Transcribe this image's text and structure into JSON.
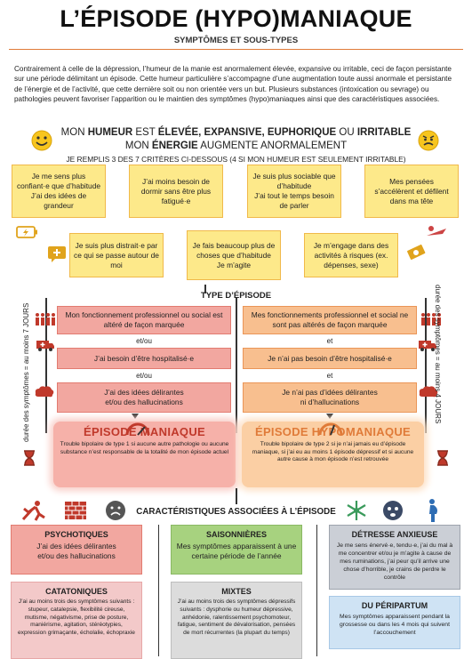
{
  "title": "L’ÉPISODE (HYPO)MANIAQUE",
  "subtitle": "SYMPTÔMES ET SOUS-TYPES",
  "intro": "Contrairement à celle de la dépression, l’humeur de la manie est anormalement élevée, expansive ou irritable, ceci de façon persistante sur une période délimitant un épisode. Cette humeur particulière s’accompagne d’une augmentation toute aussi anormale et persistante de l’énergie et de l’activité, que cette dernière soit ou non orientée vers un but. Plusieurs substances (intoxication ou sevrage) ou pathologies peuvent favoriser l’apparition ou le maintien des symptômes (hypo)maniaques ainsi que des caractéristiques associées.",
  "mood": {
    "l1a": "MON ",
    "l1b": "HUMEUR",
    "l1c": " EST ",
    "l1d": "ÉLEVÉE, EXPANSIVE, EUPHORIQUE",
    "l1e": " OU ",
    "l1f": "IRRITABLE",
    "l2a": "MON ",
    "l2b": "ÉNERGIE",
    "l2c": " AUGMENTE ANORMALEMENT",
    "l3": "JE REMPLIS 3 DES 7 CRITÈRES CI-DESSOUS (4 SI MON HUMEUR EST SEULEMENT IRRITABLE)"
  },
  "criteria_row1": [
    "Je me sens plus confiant·e que d’habitude\nJ’ai des idées de grandeur",
    "J’ai moins besoin de dormir sans être plus fatigué·e",
    "Je suis plus sociable que d’habitude\nJ’ai tout le temps besoin de parler",
    "Mes pensées s’accélèrent et défilent dans ma tête"
  ],
  "criteria_row2": [
    "Je suis plus distrait·e par ce qui se passe autour de moi",
    "Je fais beaucoup plus de choses que d’habitude\nJe m’agite",
    "Je m’engage dans des activités à risques (ex. dépenses, sexe)"
  ],
  "type_label": "TYPE D’ÉPISODE",
  "left_col": {
    "box1": "Mon fonctionnement professionnel ou social est altéré de façon marquée",
    "etou": "et/ou",
    "box2": "J’ai besoin d’être hospitalisé·e",
    "box3": "J’ai des idées délirantes\net/ou des hallucinations"
  },
  "right_col": {
    "box1": "Mes fonctionnements professionnel et social ne sont pas altérés de façon marquée",
    "et1": "et",
    "box2": "Je n’ai pas besoin d’être hospitalisé·e",
    "et2": "et",
    "box3": "Je n’ai pas d’idées délirantes\nni d’hallucinations"
  },
  "duration_left": "durée des symptômes = au moins 7 JOURS",
  "duration_right": "durée des symptômes = au moins 4 JOURS",
  "episode_maniac": {
    "title": "ÉPISODE MANIAQUE",
    "text": "Trouble bipolaire de type 1 si aucune autre pathologie ou aucune substance n’est responsable de la totalité de mon épisode actuel"
  },
  "episode_hypo": {
    "title": "ÉPISODE HYPOMANIAQUE",
    "text": "Trouble bipolaire de type 2 si je n’ai jamais eu d’épisode maniaque, si j’ai eu au moins 1 épisode dépressif et si aucune autre cause à mon épisode n’est retrouvée"
  },
  "features_label": "CARACTÉRISTIQUES ASSOCIÉES À L’ÉPISODE",
  "cards": {
    "psy_title": "PSYCHOTIQUES",
    "psy_text": "J’ai des idées délirantes\net/ou des hallucinations",
    "sais_title": "SAISONNIÈRES",
    "sais_text": "Mes symptômes apparaissent à une certaine période de l’année",
    "det_title": "DÉTRESSE ANXIEUSE",
    "det_text": "Je me sens énervé·e, tendu·e, j’ai du mal à me concentrer et/ou je m’agite à cause de mes ruminations, j’ai peur qu’il arrive une chose d’horrible, je crains de perdre le contrôle",
    "cata_title": "CATATONIQUES",
    "cata_text": "J’ai au moins trois des symptômes suivants : stupeur, catalepsie, flexibilité cireuse, mutisme, négativisme, prise de posture, maniérisme, agitation, stéréotypies, expression grimaçante, écholalie, échopraxie",
    "mix_title": "MIXTES",
    "mix_text": "J’ai au moins trois des symptômes dépressifs suivants : dysphorie ou humeur dépressive, anhédonie, ralentissement psychomoteur, fatigue, sentiment de dévalorisation, pensées de mort récurrentes (la plupart du temps)",
    "peri_title": "DU PÉRIPARTUM",
    "peri_text": "Mes symptômes apparaissent pendant la grossesse ou dans les 4 mois qui suivent l’accouchement"
  },
  "colors": {
    "accent": "#e07b39",
    "yellow_box": "#fde98a",
    "red_box": "#f2a7a0",
    "orange_box": "#f8bf8f",
    "green_box": "#a7d27f",
    "blue_box": "#b9d6ef"
  },
  "icons": [
    "happy-face-icon",
    "angry-face-icon",
    "battery-icon",
    "plus-speech-icon",
    "money-icon",
    "people-icon",
    "ambulance-icon",
    "brain-cloud-icon",
    "gauge-icon",
    "hourglass-icon",
    "superhero-icon",
    "wall-icon",
    "sad-face-icon",
    "snowflake-icon",
    "worried-face-icon",
    "pregnant-icon"
  ]
}
